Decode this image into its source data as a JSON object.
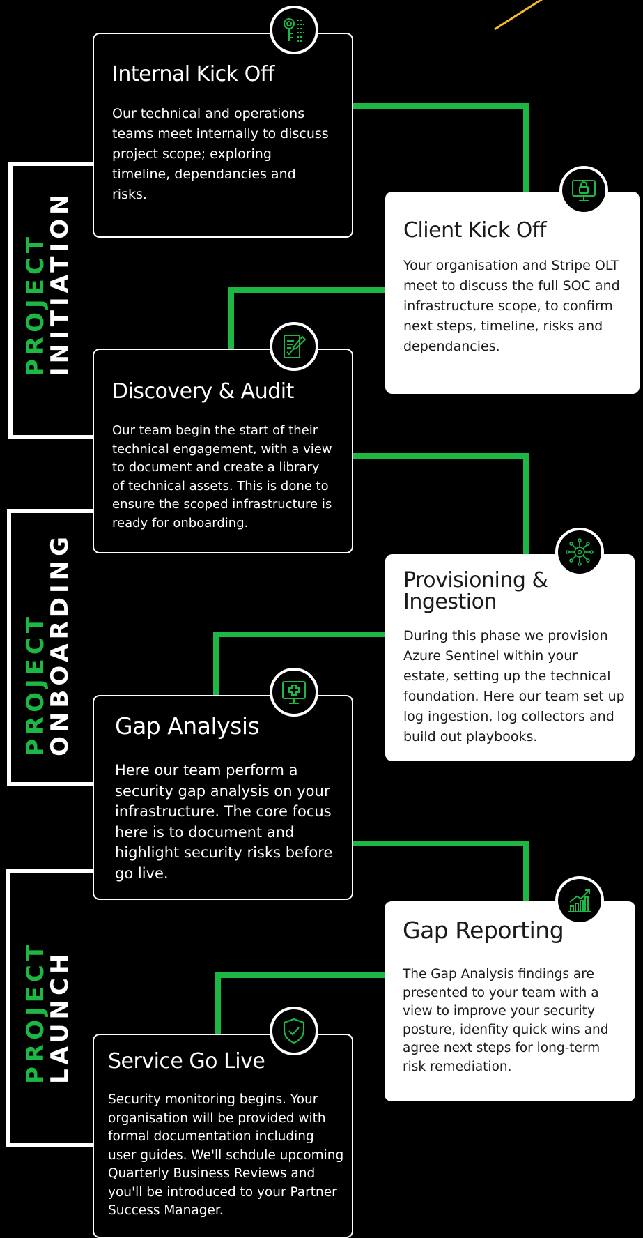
{
  "colors": {
    "accent": "#1db744",
    "background": "#000000",
    "card_light": "#ffffff",
    "highlight": "#f5b82e"
  },
  "phases": [
    {
      "word1": "PROJECT",
      "word2": "INITIATION"
    },
    {
      "word1": "PROJECT",
      "word2": "ONBOARDING"
    },
    {
      "word1": "PROJECT",
      "word2": "LAUNCH"
    }
  ],
  "steps": [
    {
      "title": "Internal Kick Off",
      "icon": "key-circuit-icon",
      "text": "Our technical and operations teams meet internally to discuss project scope; exploring timeline, dependancies and risks."
    },
    {
      "title": "Client Kick Off",
      "icon": "lock-monitor-icon",
      "text": "Your organisation and Stripe OLT meet to discuss the full SOC and infrastructure scope, to confirm next steps, timeline, risks and dependancies."
    },
    {
      "title": "Discovery & Audit",
      "icon": "document-pen-icon",
      "text": "Our team begin the start of their technical engagement, with a view to document and create a library of technical assets. This is done to ensure the scoped infrastructure is ready for onboarding."
    },
    {
      "title": "Provisioning & Ingestion",
      "title_line1": "Provisioning &",
      "title_line2": "Ingestion",
      "icon": "network-gear-icon",
      "text": "During this phase we provision Azure Sentinel within your estate, setting up the technical foundation. Here our team set up log ingestion, log collectors and build out playbooks."
    },
    {
      "title": "Gap Analysis",
      "icon": "medical-monitor-icon",
      "text": "Here our team perform a security gap analysis on your infrastructure. The core focus here is to document and highlight security risks before go live."
    },
    {
      "title": "Gap Reporting",
      "icon": "bar-chart-growth-icon",
      "text": "The Gap Analysis findings are presented to your team with a view to improve your security posture, idenfity quick wins and agree next steps for long-term risk remediation."
    },
    {
      "title": "Service Go Live",
      "icon": "shield-check-icon",
      "text": "Security monitoring begins. Your organisation will be provided with formal documentation including user guides. We'll schdule upcoming Quarterly Business Reviews and you'll be introduced to your Partner Success Manager."
    }
  ]
}
